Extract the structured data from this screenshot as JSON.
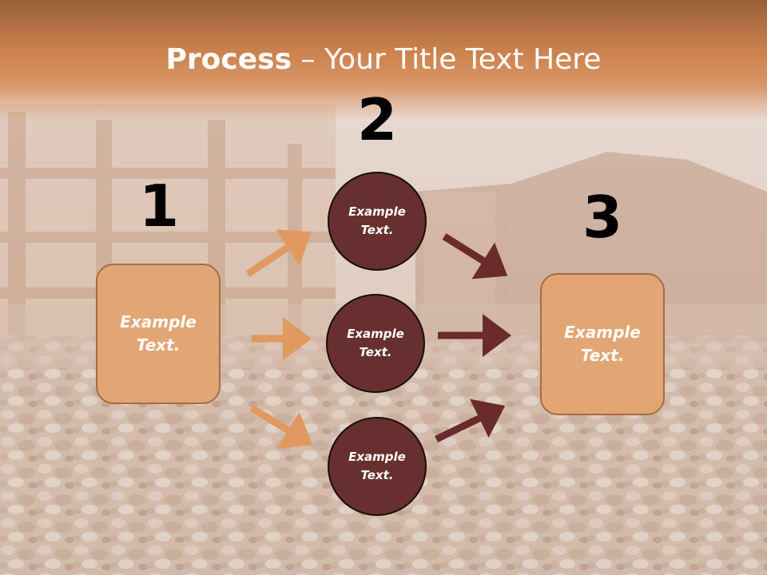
{
  "title": {
    "bold": "Process",
    "rest": " – Your Title Text Here"
  },
  "steps": {
    "one": "1",
    "two": "2",
    "three": "3"
  },
  "left_box": {
    "label": "Example Text."
  },
  "right_box": {
    "label": "Example Text."
  },
  "circles": [
    {
      "label": "Example Text."
    },
    {
      "label": "Example Text."
    },
    {
      "label": "Example Text."
    }
  ],
  "colors": {
    "title_band": "#cd834f",
    "box_fill": "#e2a574",
    "box_border": "#a66c43",
    "circle_fill": "#672f2f",
    "arrow_left": "#e0995f",
    "arrow_right": "#6a2b2b"
  }
}
